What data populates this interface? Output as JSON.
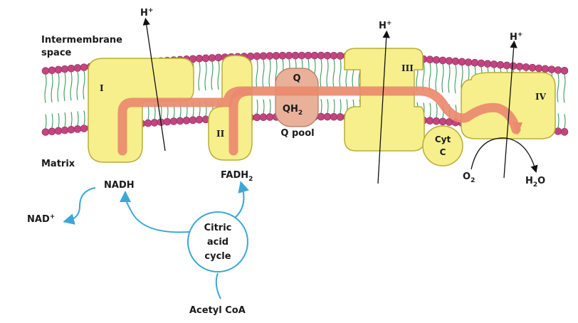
{
  "labels": {
    "intermembrane_line1": "Intermembrane",
    "intermembrane_line2": "space",
    "matrix": "Matrix",
    "q_pool": "Q pool",
    "acetyl_coa": "Acetyl CoA",
    "nad_plus": "NAD",
    "nad_plus_sup": "+"
  },
  "complexes": {
    "c1": "I",
    "c2": "II",
    "c3": "III",
    "c4": "IV",
    "cyt_line1": "Cyt",
    "cyt_line2": "C"
  },
  "quinone": {
    "q": "Q",
    "qh2_main": "QH",
    "qh2_sub": "2"
  },
  "substrates": {
    "nadh": "NADH",
    "fadh2_main": "FADH",
    "fadh2_sub": "2",
    "o2_main": "O",
    "o2_sub": "2",
    "h2o_h": "H",
    "h2o_sub": "2",
    "h2o_o": "O"
  },
  "protons": {
    "h": "H",
    "plus": "+"
  },
  "cycle": {
    "line1": "Citric",
    "line2": "acid",
    "line3": "cycle"
  },
  "colors": {
    "lipid_head": "#c2457f",
    "lipid_tail": "#3a9a57",
    "protein": "#f6ef8c",
    "protein_stroke": "#b9ad3a",
    "quinone": "#e9b09a",
    "electron_path": "#ea8a6e",
    "cycle_blue": "#3aa7d8"
  }
}
